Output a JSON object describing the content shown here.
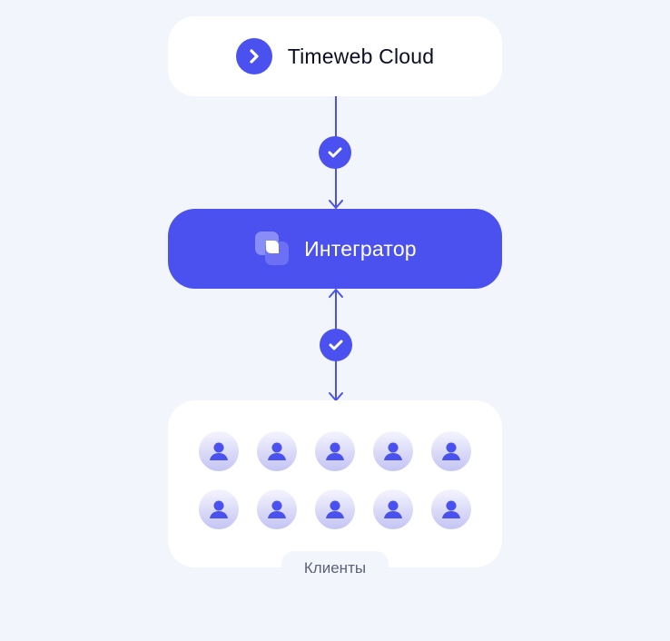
{
  "provider": {
    "name": "Timeweb Cloud",
    "icon": "chevron-right-icon"
  },
  "integrator": {
    "name": "Интегратор",
    "icon": "integrator-logo-icon"
  },
  "clients": {
    "label": "Клиенты",
    "count": 10,
    "icon": "user-icon"
  },
  "connectors": [
    {
      "from": "provider",
      "to": "integrator",
      "status_icon": "check-icon",
      "direction": "down"
    },
    {
      "from": "integrator",
      "to": "clients",
      "status_icon": "check-icon",
      "direction": "both"
    }
  ],
  "colors": {
    "accent": "#4b51ee",
    "background": "#f3f5fd",
    "card": "#ffffff",
    "text": "#0c0e24",
    "muted": "#5d6178"
  }
}
